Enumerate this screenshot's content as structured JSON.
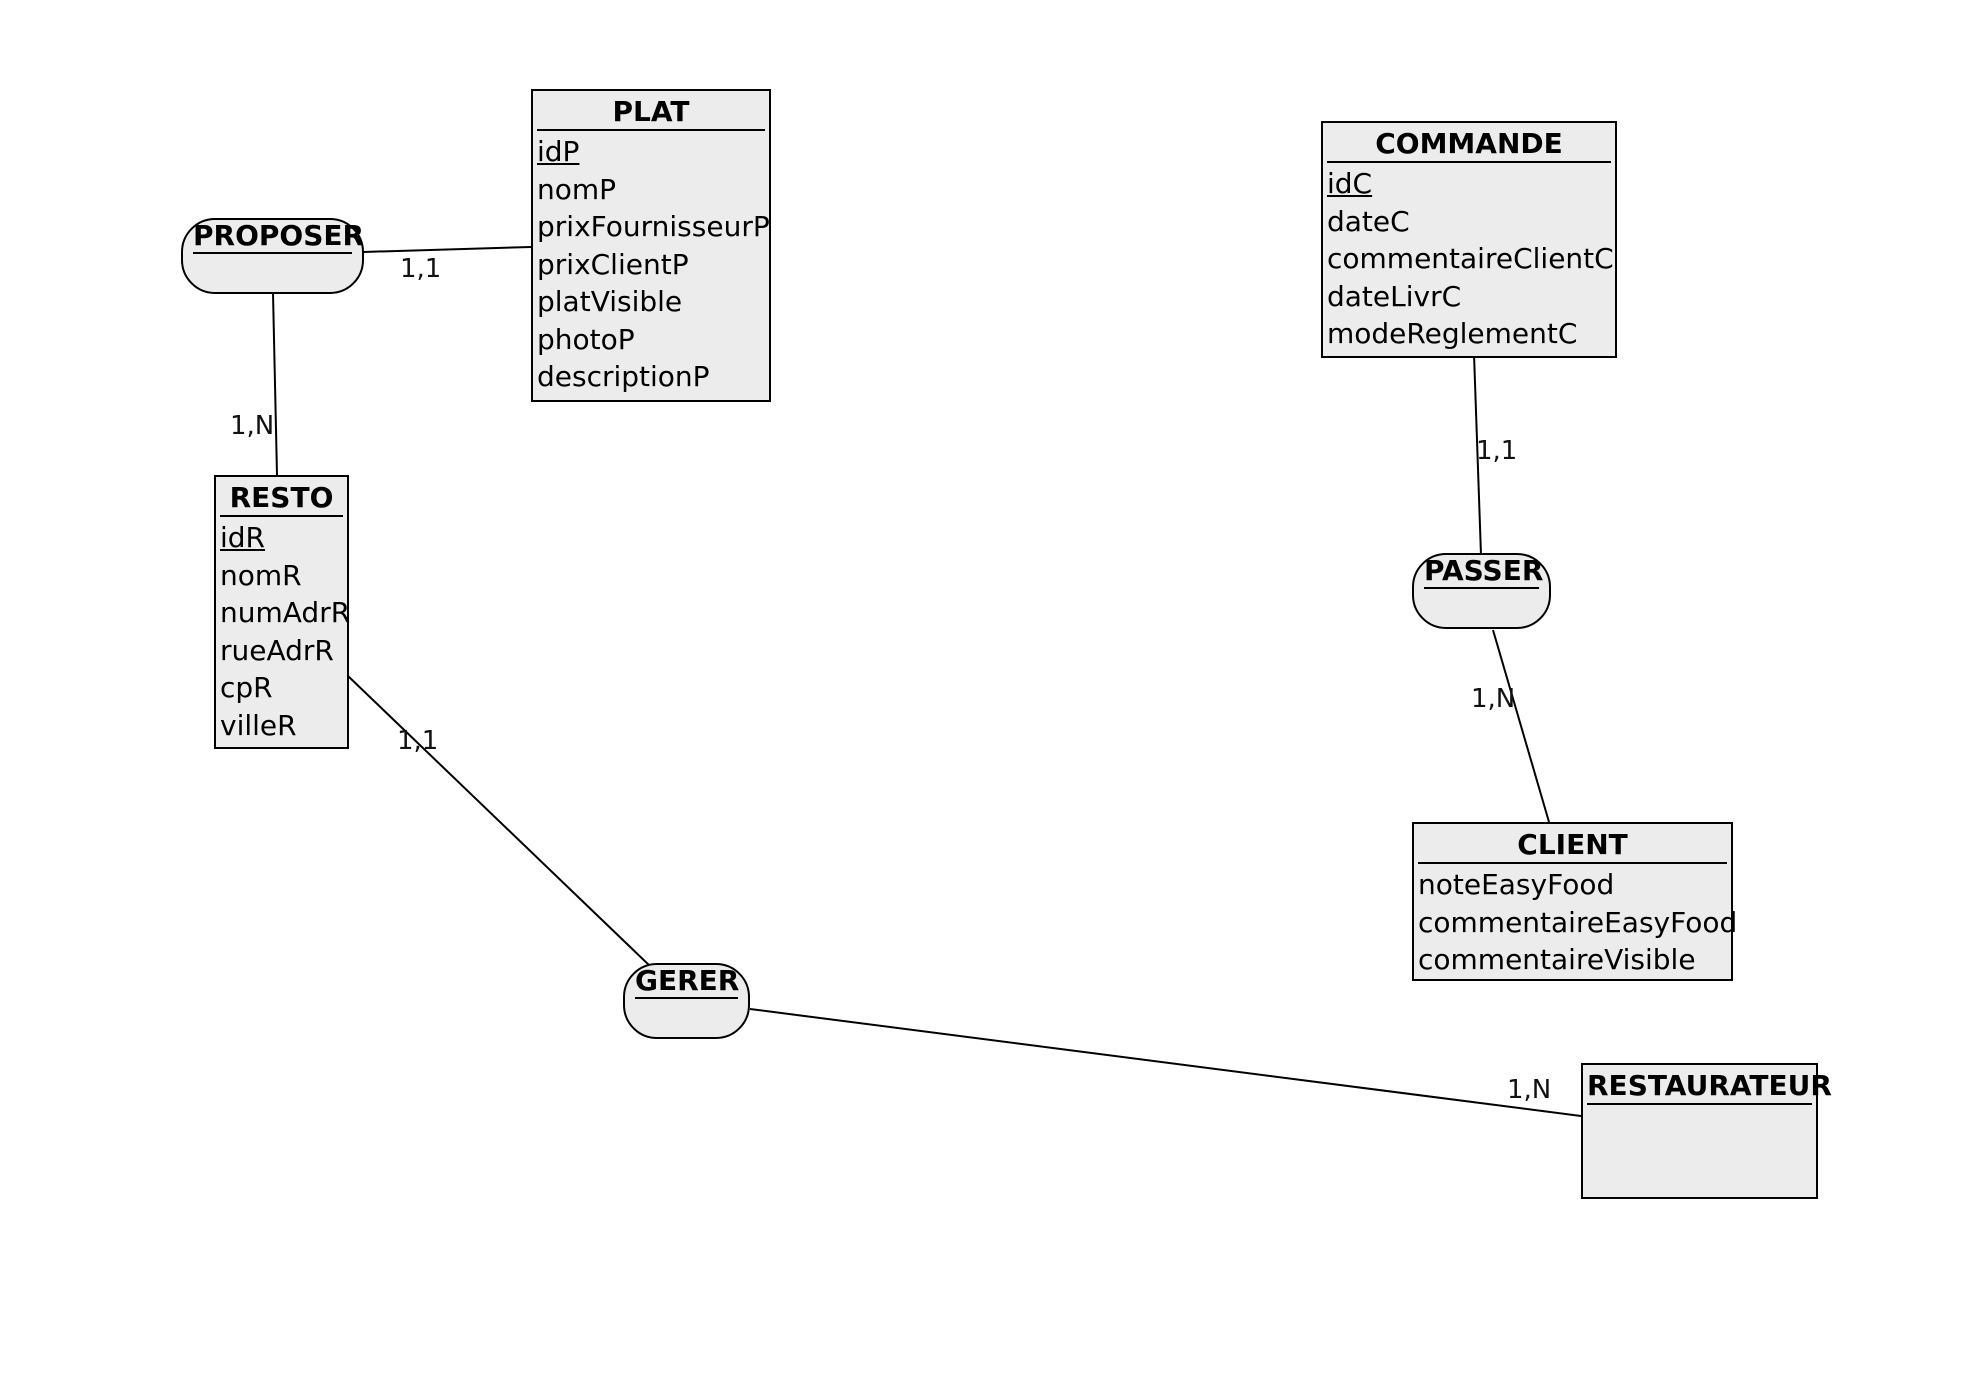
{
  "entities": {
    "plat": {
      "title": "PLAT",
      "attributes": [
        "idP",
        "nomP",
        "prixFournisseurP",
        "prixClientP",
        "platVisible",
        "photoP",
        "descriptionP"
      ],
      "key": "idP"
    },
    "resto": {
      "title": "RESTO",
      "attributes": [
        "idR",
        "nomR",
        "numAdrR",
        "rueAdrR",
        "cpR",
        "villeR"
      ],
      "key": "idR"
    },
    "commande": {
      "title": "COMMANDE",
      "attributes": [
        "idC",
        "dateC",
        "commentaireClientC",
        "dateLivrC",
        "modeReglementC"
      ],
      "key": "idC"
    },
    "client": {
      "title": "CLIENT",
      "attributes": [
        "noteEasyFood",
        "commentaireEasyFood",
        "commentaireVisible"
      ],
      "key": ""
    },
    "restaurateur": {
      "title": "RESTAURATEUR",
      "attributes": [],
      "key": ""
    }
  },
  "associations": {
    "proposer": {
      "title": "PROPOSER"
    },
    "gerer": {
      "title": "GERER"
    },
    "passer": {
      "title": "PASSER"
    }
  },
  "cardinalities": {
    "proposer_plat": "1,1",
    "proposer_resto": "1,N",
    "gerer_resto": "1,1",
    "gerer_restaurateur": "1,N",
    "passer_commande": "1,1",
    "passer_client": "1,N"
  }
}
